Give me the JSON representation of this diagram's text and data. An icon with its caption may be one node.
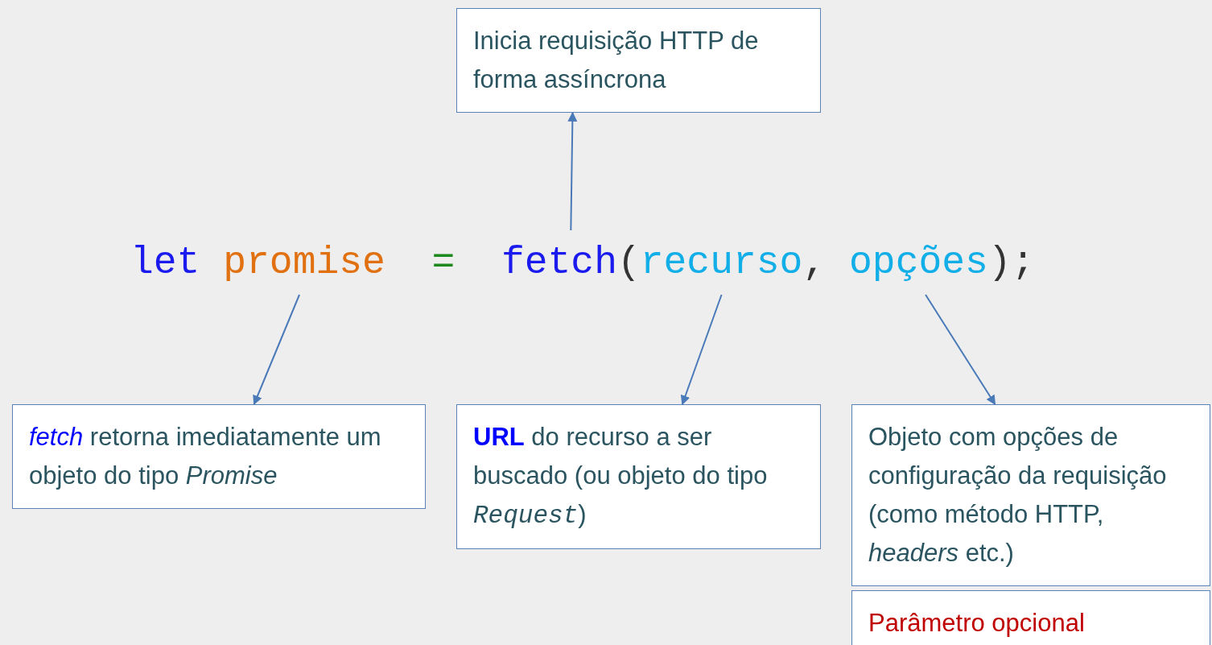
{
  "diagram": {
    "nodes": [
      {
        "text": [
          "Inicia requisição HTTP de forma assíncrona"
        ]
      },
      {
        "text": [
          "promise"
        ]
      },
      {
        "text": [
          "fetch"
        ]
      },
      {
        "text": [
          "recurso"
        ]
      },
      {
        "text": [
          "opções"
        ]
      },
      {
        "text": [
          "*fetch* retorna imediatamente um objeto do tipo *Promise*"
        ]
      },
      {
        "text": [
          "**URL** do recurso a ser buscado (ou objeto do tipo *Request*)"
        ]
      },
      {
        "text": [
          "Objeto com opções de configuração da requisição (como método HTTP, *headers* etc.)"
        ]
      },
      {
        "text": [
          "Parâmetro opcional"
        ]
      }
    ],
    "edges": [
      {
        "from": 2,
        "to": 0,
        "arrow": "to"
      },
      {
        "from": 1,
        "to": 5,
        "arrow": "to"
      },
      {
        "from": 3,
        "to": 6,
        "arrow": "to"
      },
      {
        "from": 4,
        "to": 7,
        "arrow": "to"
      }
    ],
    "labels": [
      "let",
      "=",
      "(",
      ",",
      ");"
    ]
  }
}
